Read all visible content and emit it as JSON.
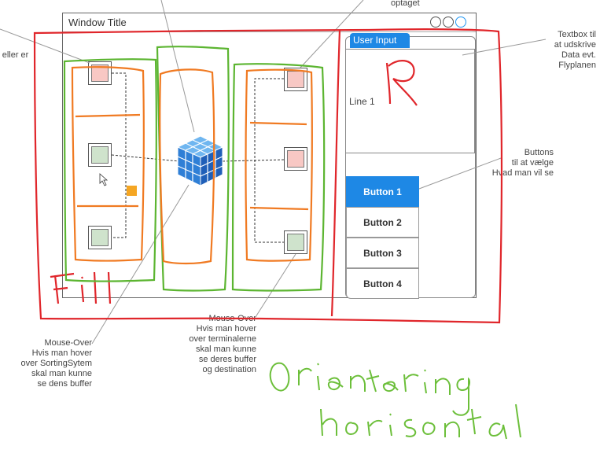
{
  "window": {
    "title": "Window Title"
  },
  "input": {
    "tab_label": "User Input",
    "text_line": "Line 1",
    "handwritten_letter": "R"
  },
  "buttons": [
    {
      "label": "Button 1"
    },
    {
      "label": "Button 2"
    },
    {
      "label": "Button 3"
    },
    {
      "label": "Button 4"
    }
  ],
  "annotations": {
    "top_cut": "optaget",
    "left_cut": "r eller er",
    "textbox_note": [
      "Textbox til",
      "at udskrive",
      "Data evt.",
      "Flyplanen"
    ],
    "buttons_note": [
      "Buttons",
      "til at vælge",
      "Hvad man vil se"
    ],
    "sorting_note": [
      "Mouse-Over",
      "Hvis man hover",
      "over SortingSytem",
      "skal man kunne",
      "se dens buffer"
    ],
    "terminal_note": [
      "Mouse-Over",
      "Hvis man hover",
      "over terminalerne",
      "skal man kunne",
      "se deres buffer",
      "og destination"
    ]
  },
  "handwriting": {
    "fill_label": "Fill",
    "orientation": [
      "Orientering",
      "horisontal"
    ]
  },
  "colors": {
    "red": "#e0262b",
    "green": "#5cb531",
    "orange": "#f07a22",
    "blue": "#1e88e5"
  }
}
